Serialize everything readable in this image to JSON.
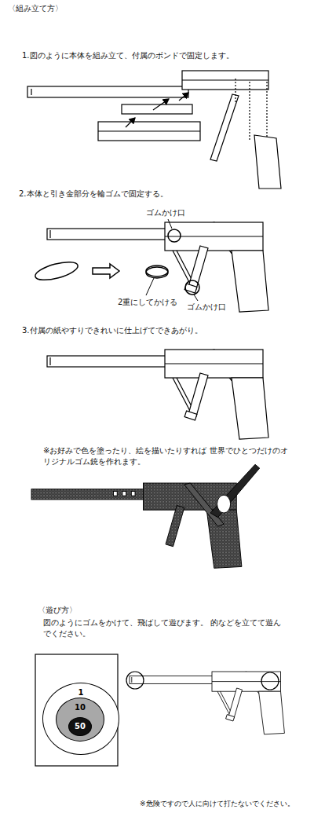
{
  "diagram": {
    "nodes": [
      {
        "text": [
          "1"
        ]
      },
      {
        "text": [
          "10"
        ],
        "in": 0
      },
      {
        "text": [
          "50"
        ],
        "in": 1
      }
    ],
    "labels": [
      "〈組み立て方〉",
      "1.図のように本体を組み立て、付属のボンドで固定します。",
      "2.本体と引き金部分を輪ゴムで固定する。",
      "ゴムかけ口",
      "2重にしてかける",
      "ゴムかけ口",
      "3.付属の紙やすりできれいに仕上げてできあがり。",
      "※お好みで色を塗ったり、絵を描いたりすれば 世界でひとつだけのオリジナルゴム銃を作れます。",
      "〈遊び方〉",
      "図のようにゴムをかけて、飛ばして遊びます。 的などを立てて遊んでください。",
      "※危険ですので人に向けて打たないでください。"
    ]
  }
}
